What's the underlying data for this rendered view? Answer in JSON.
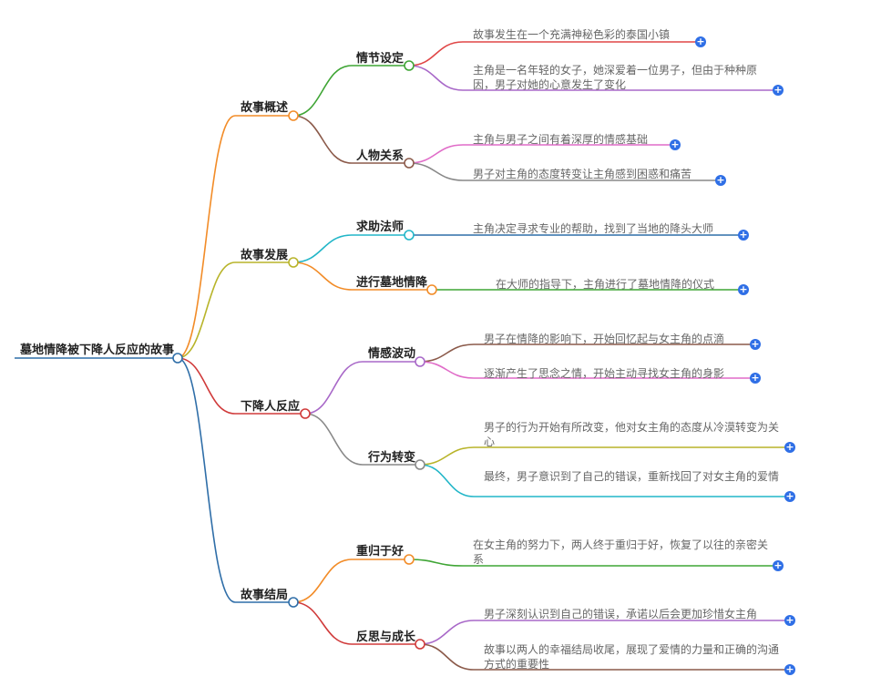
{
  "root": {
    "label": "墓地情降被下降人反应的故事"
  },
  "branches": [
    {
      "label": "故事概述",
      "color": "#f28c28",
      "children": [
        {
          "label": "情节设定",
          "color": "#3fa535",
          "leaves": [
            {
              "text": "故事发生在一个充满神秘色彩的泰国小镇",
              "color": "#e04646"
            },
            {
              "text": "主角是一名年轻的女子，她深爱着一位男子，但由于种种原因，男子对她的心意发生了变化",
              "color": "#a868c8"
            }
          ]
        },
        {
          "label": "人物关系",
          "color": "#8b5a4a",
          "leaves": [
            {
              "text": "主角与男子之间有着深厚的情感基础",
              "color": "#e06cc8"
            },
            {
              "text": "男子对主角的态度转变让主角感到困惑和痛苦",
              "color": "#888888"
            }
          ]
        }
      ]
    },
    {
      "label": "故事发展",
      "color": "#b8b42a",
      "children": [
        {
          "label": "求助法师",
          "color": "#22b6c8",
          "leaves": [
            {
              "text": "主角决定寻求专业的帮助，找到了当地的降头大师",
              "color": "#2f6ea8"
            }
          ]
        },
        {
          "label": "进行墓地情降",
          "color": "#f28c28",
          "leaves": [
            {
              "text": "在大师的指导下，主角进行了墓地情降的仪式",
              "color": "#3fa535"
            }
          ]
        }
      ]
    },
    {
      "label": "下降人反应",
      "color": "#d03a3a",
      "children": [
        {
          "label": "情感波动",
          "color": "#a868c8",
          "leaves": [
            {
              "text": "男子在情降的影响下，开始回忆起与女主角的点滴",
              "color": "#8b5a4a"
            },
            {
              "text": "逐渐产生了思念之情，开始主动寻找女主角的身影",
              "color": "#e06cc8"
            }
          ]
        },
        {
          "label": "行为转变",
          "color": "#888888",
          "leaves": [
            {
              "text": "男子的行为开始有所改变，他对女主角的态度从冷漠转变为关心",
              "color": "#b8b42a"
            },
            {
              "text": "最终，男子意识到了自己的错误，重新找回了对女主角的爱情",
              "color": "#22b6c8"
            }
          ]
        }
      ]
    },
    {
      "label": "故事结局",
      "color": "#2f6ea8",
      "children": [
        {
          "label": "重归于好",
          "color": "#f28c28",
          "leaves": [
            {
              "text": "在女主角的努力下，两人终于重归于好，恢复了以往的亲密关系",
              "color": "#3fa535"
            }
          ]
        },
        {
          "label": "反思与成长",
          "color": "#d03a3a",
          "leaves": [
            {
              "text": "男子深刻认识到自己的错误，承诺以后会更加珍惜女主角",
              "color": "#a868c8"
            },
            {
              "text": "故事以两人的幸福结局收尾，展现了爱情的力量和正确的沟通方式的重要性",
              "color": "#8b5a4a"
            }
          ]
        }
      ]
    }
  ],
  "root_color": "#2f6ea8",
  "expand_icon": "plus-circle-icon"
}
